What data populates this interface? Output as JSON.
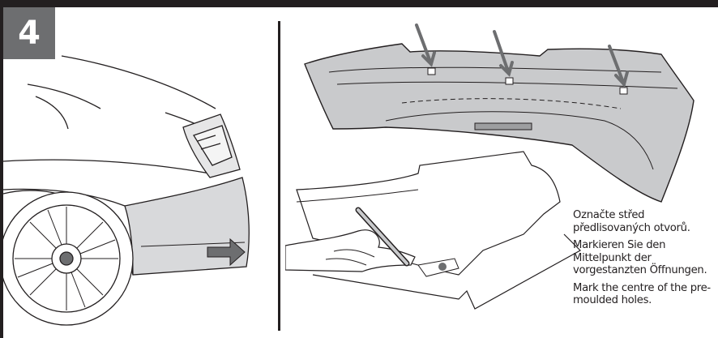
{
  "step": {
    "number": "4"
  },
  "instructions": {
    "cs": "Označte střed předlisovaných otvorů.",
    "de": "Markieren Sie den Mittelpunkt der vorgestanzten Öffnungen.",
    "en": "Mark the centre of the pre-moulded holes."
  },
  "colors": {
    "frame": "#231f20",
    "badge": "#6d6e70",
    "bumper_fill": "#c9cacc",
    "arrow_fill": "#6d6e70",
    "panel_fill": "#d8d9db"
  },
  "icons": [
    "car-rear-icon",
    "bumper-icon",
    "marker-pen-hand-icon",
    "down-arrow-icon"
  ]
}
